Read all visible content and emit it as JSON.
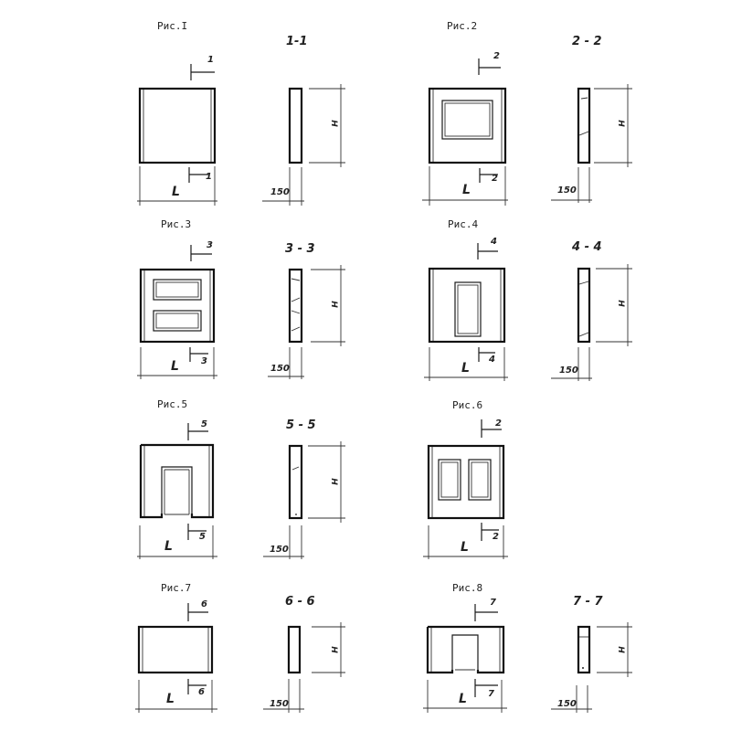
{
  "figures": [
    {
      "title": "Рис.I",
      "section": "1-1",
      "cut_top": "1",
      "cut_bottom": "1",
      "length_label": "L",
      "height_label": "H",
      "thickness": "150",
      "type": "solid panel"
    },
    {
      "title": "Рис.2",
      "section": "2 - 2",
      "cut_top": "2",
      "cut_bottom": "2",
      "length_label": "L",
      "height_label": "H",
      "thickness": "150",
      "type": "panel with one window"
    },
    {
      "title": "Рис.3",
      "section": "3 - 3",
      "cut_top": "3",
      "cut_bottom": "3",
      "length_label": "L",
      "height_label": "H",
      "thickness": "150",
      "type": "panel with two horizontal windows"
    },
    {
      "title": "Рис.4",
      "section": "4 - 4",
      "cut_top": "4",
      "cut_bottom": "4",
      "length_label": "L",
      "height_label": "H",
      "thickness": "150",
      "type": "panel with vertical window"
    },
    {
      "title": "Рис.5",
      "section": "5 - 5",
      "cut_top": "5",
      "cut_bottom": "5",
      "length_label": "L",
      "height_label": "H",
      "thickness": "150",
      "type": "panel with door opening"
    },
    {
      "title": "Рис.6",
      "section": "",
      "cut_top": "2",
      "cut_bottom": "2",
      "length_label": "L",
      "height_label": "",
      "thickness": "",
      "type": "panel with two vertical windows"
    },
    {
      "title": "Рис.7",
      "section": "6 - 6",
      "cut_top": "6",
      "cut_bottom": "6",
      "length_label": "L",
      "height_label": "H",
      "thickness": "150",
      "type": "low solid panel"
    },
    {
      "title": "Рис.8",
      "section": "7 - 7",
      "cut_top": "7",
      "cut_bottom": "7",
      "length_label": "L",
      "height_label": "H",
      "thickness": "150",
      "type": "low panel with door opening"
    }
  ]
}
